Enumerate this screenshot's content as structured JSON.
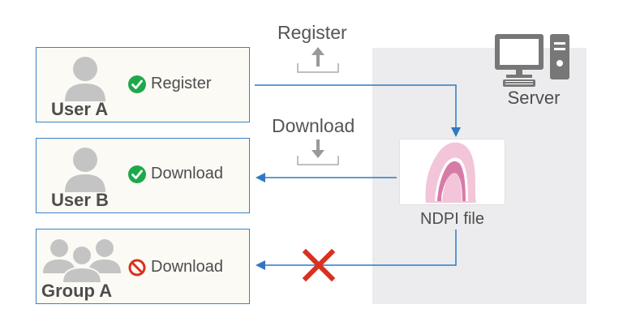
{
  "server": {
    "label": "Server",
    "icon": "desktop-computer-icon"
  },
  "file": {
    "label": "NDPI file",
    "icon": "tissue-slide-thumbnail"
  },
  "actions": {
    "register_label": "Register",
    "download_label": "Download"
  },
  "users": [
    {
      "name": "User A",
      "icon": "person-icon",
      "status_icon": "check-circle-icon",
      "status": "Register",
      "allowed": true
    },
    {
      "name": "User B",
      "icon": "person-icon",
      "status_icon": "check-circle-icon",
      "status": "Download",
      "allowed": true
    },
    {
      "name": "Group A",
      "icon": "group-icon",
      "status_icon": "prohibited-icon",
      "status": "Download",
      "allowed": false
    }
  ],
  "colors": {
    "line": "#2f79c2",
    "allowed": "#1fa84b",
    "denied": "#d9301f",
    "icon_gray": "#c4c4c4",
    "server_bg": "#ececee"
  }
}
